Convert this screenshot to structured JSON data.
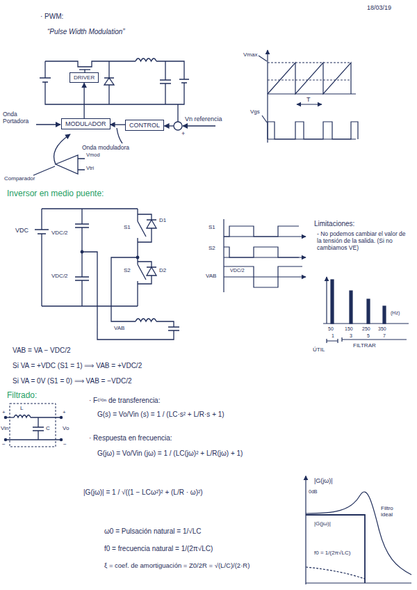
{
  "diagram": {
    "nodes": [
      {
        "text": [
          "DRIVER"
        ]
      },
      {
        "text": [
          "MODULADOR"
        ]
      },
      {
        "text": [
          "CONTROL"
        ]
      }
    ],
    "edges": [
      {
        "from": 1,
        "to": 0,
        "arrow": "to"
      },
      {
        "from": 2,
        "to": 1,
        "arrow": "to"
      }
    ],
    "labels": [
      "18/03/19",
      "· PWM:",
      "“Pulse Width Modulation”",
      "Vmax",
      "T",
      "Vgs",
      "Onda Portadora",
      "Vn referencia",
      "+",
      "Onda moduladora",
      "Vmod",
      "Vtri",
      "Comparador",
      "Inversor en medio puente:",
      "VDC",
      "VDC/2",
      "VDC/2",
      "S1",
      "D1",
      "S2",
      "D2",
      "VAB",
      "S1",
      "S2",
      "VAB",
      "VDC/2",
      "Limitaciones:",
      "- No podemos cambiar el valor de la tensión de la salida. (Si no cambiamos VE)",
      "50",
      "150",
      "250",
      "350",
      "(Hz)",
      "1",
      "3",
      "5",
      "7",
      "ÚTIL",
      "FILTRAR",
      "VAB = VA − VDC/2",
      "Si VA = +VDC (S1 = 1) ⟹ VAB = +VDC/2",
      "Si VA = 0V (S1 = 0) ⟹ VAB = −VDC/2",
      "Filtrado:",
      "L",
      "C",
      "+",
      "Vin",
      "−",
      "+",
      "Vo",
      "−",
      "· Fᶜⁱᵒⁿ de transferencia:",
      "G(s) = Vo/Vin (s) = 1 / (LC·s² + L/R·s + 1)",
      "· Respuesta en frecuencia:",
      "G(jω) = Vo/Vin (jω) = 1 / (LC(jω)² + L/R(jω) + 1)",
      "|G(jω)| = 1 / √((1 − LCω²)² + (L/R · ω)²)",
      "ω0 = Pulsación natural = 1/√LC",
      "f0 = frecuencia natural = 1/(2π√LC)",
      "ξ = coef. de amortiguación = Z0/2R = √(L/C)/(2·R)",
      "|G(jω)|",
      "0dB",
      "|G(jω)|",
      "Filtro ideal",
      "f0 = 1/(2π√LC)"
    ]
  }
}
